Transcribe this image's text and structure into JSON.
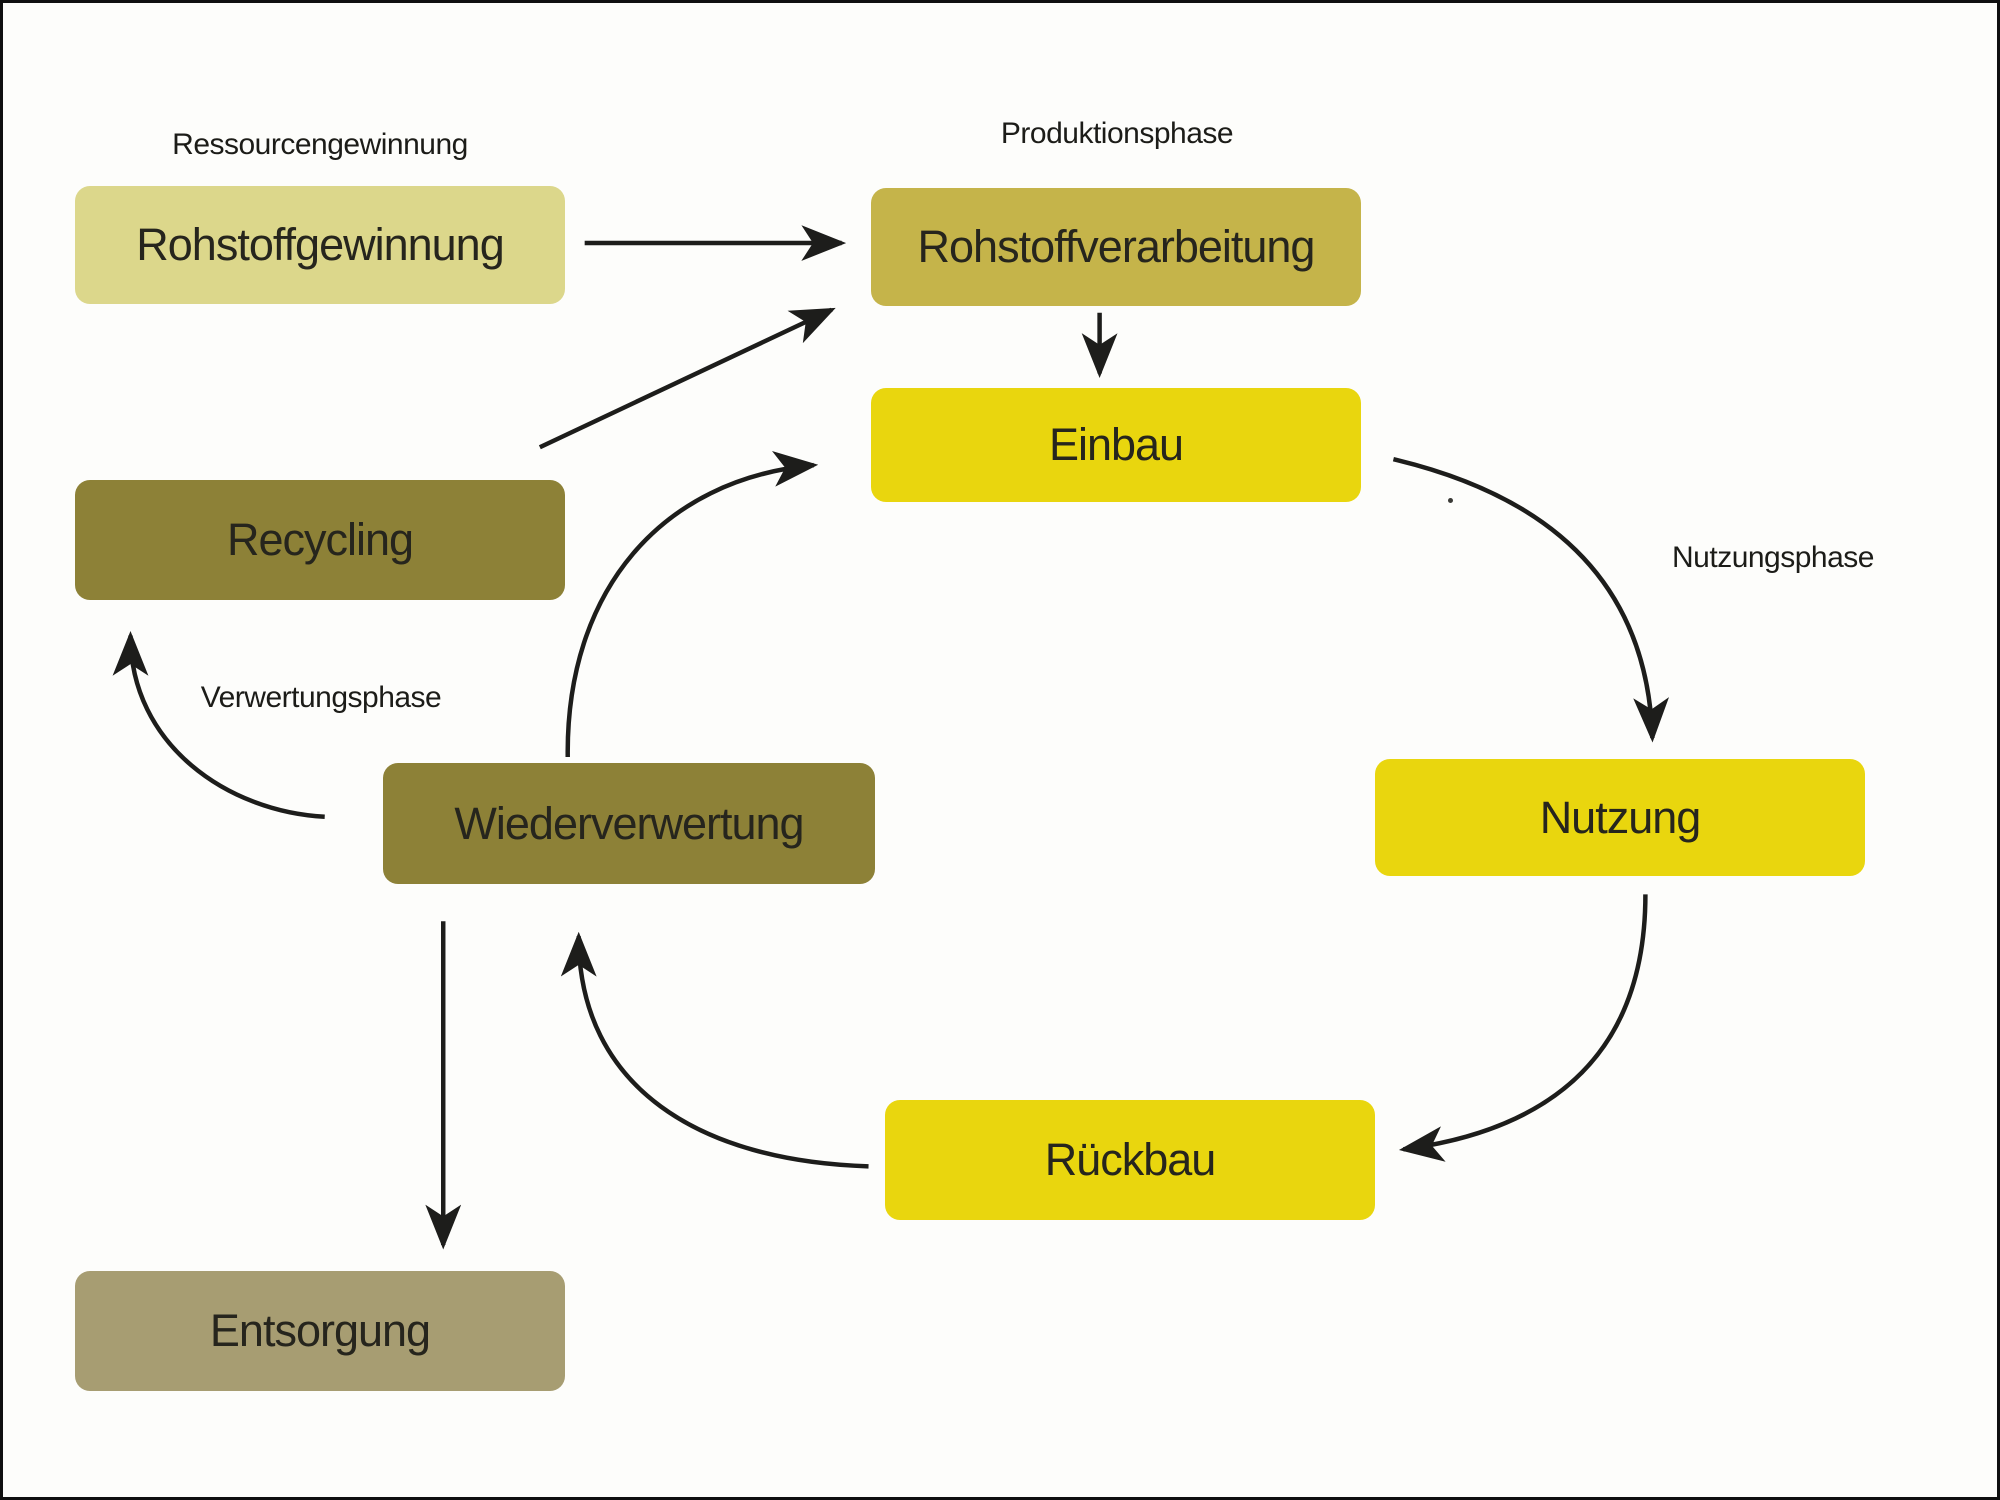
{
  "diagram": {
    "background": "#fdfdfb",
    "arrow_color": "#1d1d1b",
    "box_text_color": "#26251d",
    "label_text_color": "#1c1c18",
    "phase_labels": [
      {
        "id": "ressourcengewinnung",
        "label": "Ressourcengewinnung"
      },
      {
        "id": "produktionsphase",
        "label": "Produktionsphase"
      },
      {
        "id": "nutzungsphase",
        "label": "Nutzungsphase"
      },
      {
        "id": "verwertungsphase",
        "label": "Verwertungsphase"
      }
    ],
    "boxes": [
      {
        "id": "rohstoffgewinnung",
        "label": "Rohstoffgewinnung",
        "fill": "#dcd78b"
      },
      {
        "id": "rohstoffverarbeitung",
        "label": "Rohstoffverarbeitung",
        "fill": "#c5b44a"
      },
      {
        "id": "einbau",
        "label": "Einbau",
        "fill": "#e9d60e"
      },
      {
        "id": "recycling",
        "label": "Recycling",
        "fill": "#8d8137"
      },
      {
        "id": "wiederverwertung",
        "label": "Wiederverwertung",
        "fill": "#8d8137"
      },
      {
        "id": "nutzung",
        "label": "Nutzung",
        "fill": "#e9d60e"
      },
      {
        "id": "rueckbau",
        "label": "Rückbau",
        "fill": "#e9d60e"
      },
      {
        "id": "entsorgung",
        "label": "Entsorgung",
        "fill": "#a79d72"
      }
    ],
    "edges": [
      {
        "from": "Rohstoffgewinnung",
        "to": "Rohstoffverarbeitung",
        "style": "straight"
      },
      {
        "from": "Recycling",
        "to": "Rohstoffverarbeitung",
        "style": "straight-diagonal"
      },
      {
        "from": "Rohstoffverarbeitung",
        "to": "Einbau",
        "style": "straight"
      },
      {
        "from": "Einbau",
        "to": "Nutzung",
        "style": "curved"
      },
      {
        "from": "Nutzung",
        "to": "Rückbau",
        "style": "curved"
      },
      {
        "from": "Rückbau",
        "to": "Wiederverwertung",
        "style": "curved"
      },
      {
        "from": "Wiederverwertung",
        "to": "Einbau",
        "style": "curved"
      },
      {
        "from": "Wiederverwertung",
        "to": "Recycling",
        "style": "curved"
      },
      {
        "from": "Wiederverwertung",
        "to": "Entsorgung",
        "style": "straight"
      }
    ]
  }
}
